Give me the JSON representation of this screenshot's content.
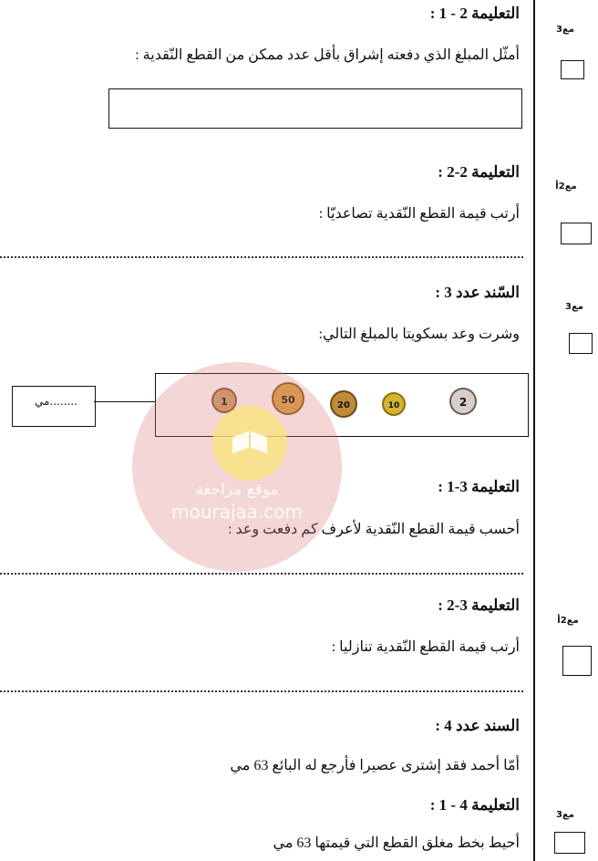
{
  "instruction_2_1": {
    "heading": "التعليمة 2 - 1 :",
    "text": "أمثّل المبلغ الذي دفعته إشراق بأقل عدد ممكن من القطع النّقدية :",
    "criterion": "مع3"
  },
  "instruction_2_2": {
    "heading": "التعليمة 2-2 :",
    "text": "أرتب قيمة القطع النّقدية تصاعديّا :",
    "criterion": "مع2أ"
  },
  "support_3": {
    "heading": "السّند عدد 3 :",
    "text": "وشرت وعد بسكويتا بالمبلغ التالي:",
    "criterion": "مع3",
    "amount_label": "........مي",
    "coins": [
      {
        "label": "1",
        "color": "#c9a26a",
        "ring": "#7a5a2a"
      },
      {
        "label": "50",
        "color": "#d9a54a",
        "ring": "#8a5a1a"
      },
      {
        "label": "20",
        "color": "#c08a3a",
        "ring": "#6a4a1a"
      },
      {
        "label": "10",
        "color": "#d4b430",
        "ring": "#8a7010"
      },
      {
        "label": "2",
        "color": "#d8cfc8",
        "ring": "#6a5a5a"
      }
    ]
  },
  "instruction_3_1": {
    "heading": "التعليمة 3-1 :",
    "text": "أحسب قيمة القطع النّقدية لأعرف كم دفعت وعد :"
  },
  "instruction_3_2": {
    "heading": "التعليمة 3-2 :",
    "text": "أرتب قيمة القطع النّقدية تنازليا :",
    "criterion": "مع2أ"
  },
  "support_4": {
    "heading": "السند عدد 4 :",
    "text": "أمّا أحمد فقد إشترى عصيرا فأرجع له البائع 63 مي"
  },
  "instruction_4_1": {
    "heading": "التعليمة 4 - 1 :",
    "text": "أحيط بخط مغلق القطع التي قيمتها 63 مي",
    "criterion": "مع3"
  },
  "watermark": {
    "line1": "موقع مراجعة",
    "line2": "mourajaa.com"
  }
}
